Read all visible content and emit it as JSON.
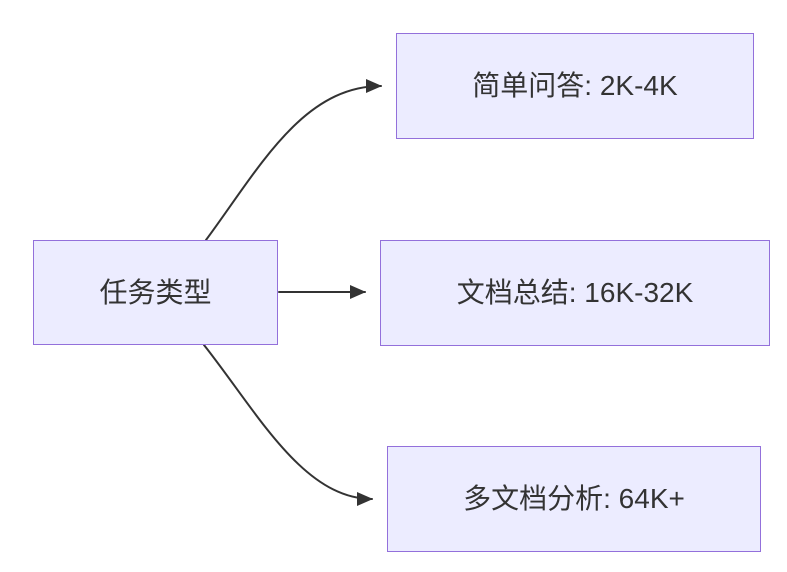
{
  "diagram": {
    "type": "flowchart-left-to-right",
    "root": {
      "label": "任务类型"
    },
    "branches": [
      {
        "label": "简单问答: 2K-4K"
      },
      {
        "label": "文档总结: 16K-32K"
      },
      {
        "label": "多文档分析: 64K+"
      }
    ],
    "edges": [
      {
        "from": "任务类型",
        "to": "简单问答: 2K-4K"
      },
      {
        "from": "任务类型",
        "to": "文档总结: 16K-32K"
      },
      {
        "from": "任务类型",
        "to": "多文档分析: 64K+"
      }
    ],
    "colors": {
      "node_fill": "#ECECFF",
      "node_border": "#9370DB",
      "edge_line": "#333333",
      "text": "#333333",
      "background": "#FFFFFF"
    }
  }
}
